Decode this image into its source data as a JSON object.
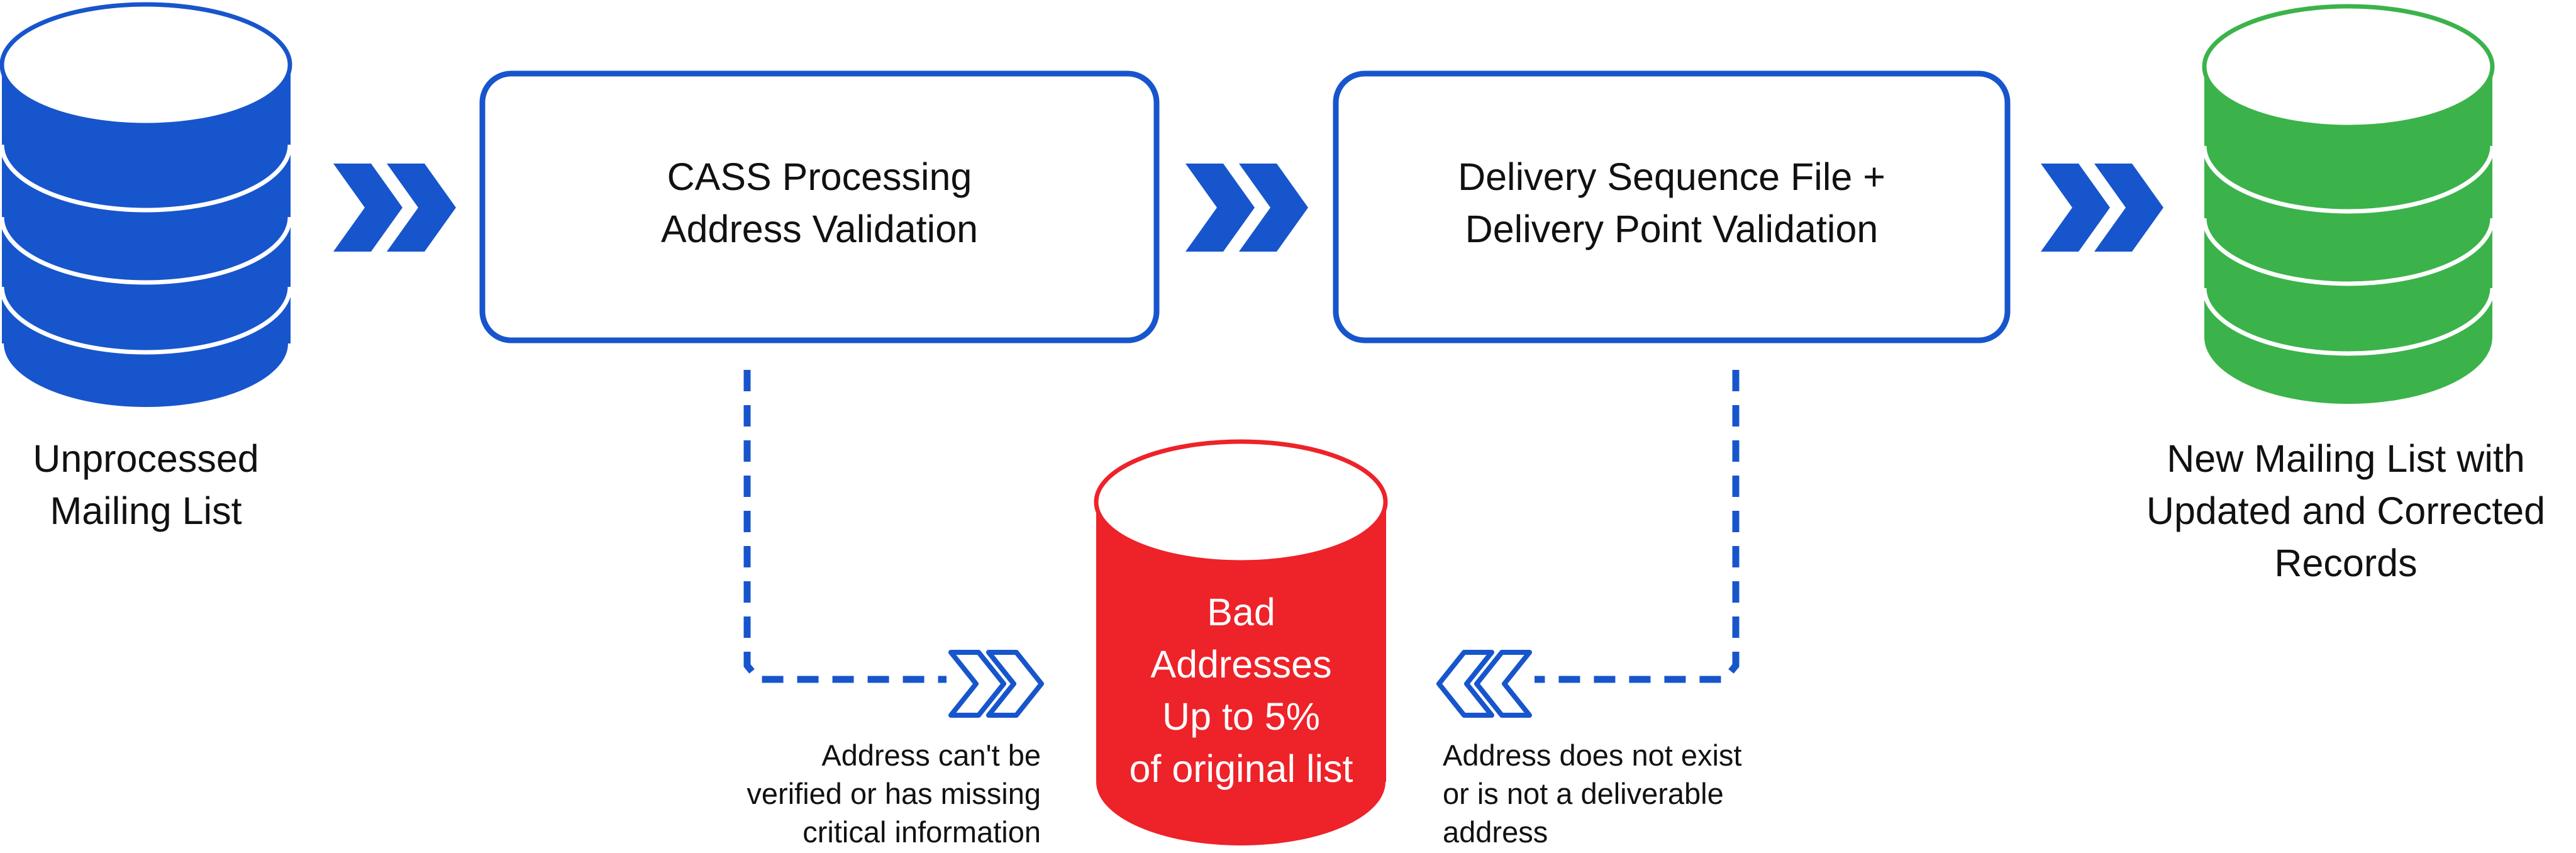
{
  "colors": {
    "blue": "#1755cc",
    "green": "#3bb34a",
    "red": "#ee2229",
    "text": "#111111"
  },
  "source": {
    "icon": "database-icon",
    "label_lines": [
      "Unprocessed",
      "Mailing List"
    ]
  },
  "step1": {
    "lines": [
      "CASS Processing",
      "Address Validation"
    ]
  },
  "step2": {
    "lines": [
      "Delivery Sequence File +",
      "Delivery Point Validation"
    ]
  },
  "result": {
    "icon": "database-icon",
    "label_lines": [
      "New Mailing List with",
      "Updated and Corrected",
      "Records"
    ]
  },
  "bad": {
    "icon": "database-icon",
    "lines": [
      "Bad",
      "Addresses",
      "Up to 5%",
      "of original list"
    ]
  },
  "notes": {
    "left": [
      "Address can't be",
      "verified or has missing",
      "critical information"
    ],
    "right": [
      "Address does not exist",
      "or is not a deliverable",
      "address"
    ]
  }
}
